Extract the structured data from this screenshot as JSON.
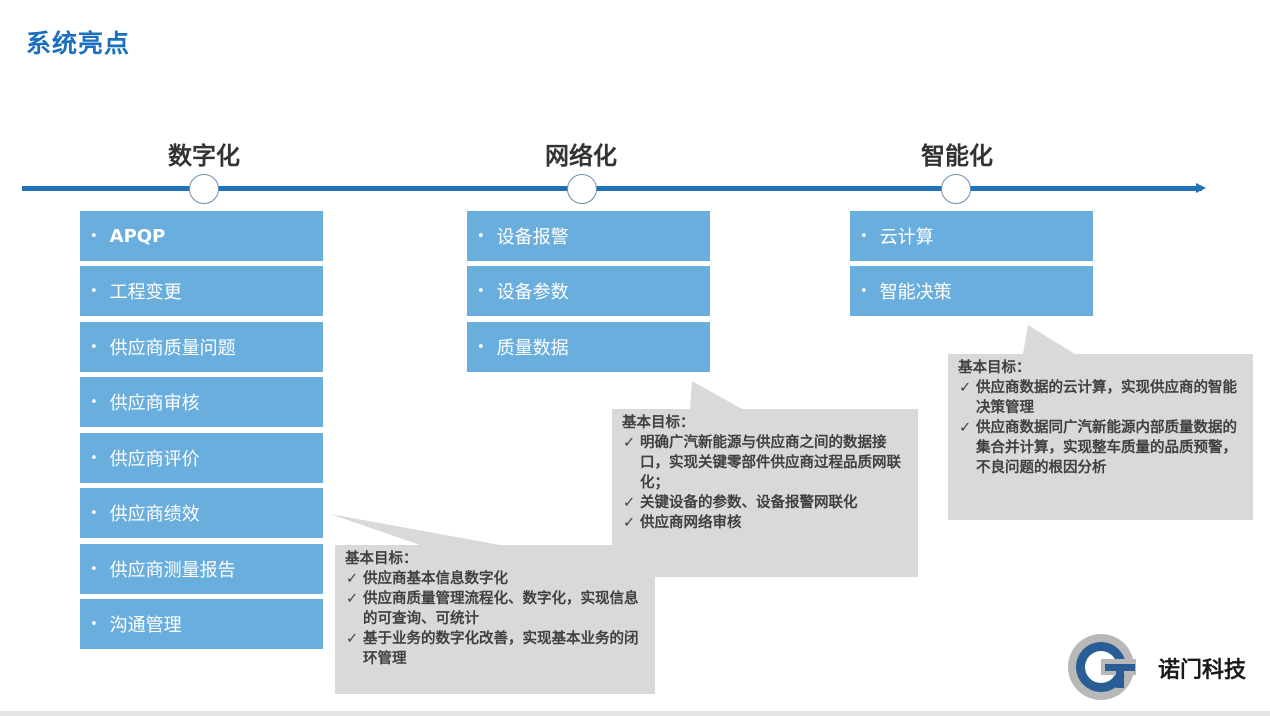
{
  "page": {
    "title": "系统亮点"
  },
  "stages": [
    {
      "title": "数字化",
      "items": [
        "APQP",
        "工程变更",
        "供应商质量问题",
        "供应商审核",
        "供应商评价",
        "供应商绩效",
        "供应商测量报告",
        "沟通管理"
      ],
      "goal_heading": "基本目标：",
      "goals": [
        "供应商基本信息数字化",
        "供应商质量管理流程化、数字化，实现信息的可查询、可统计",
        "基于业务的数字化改善，实现基本业务的闭环管理"
      ]
    },
    {
      "title": "网络化",
      "items": [
        "设备报警",
        "设备参数",
        "质量数据"
      ],
      "goal_heading": "基本目标：",
      "goals": [
        "明确广汽新能源与供应商之间的数据接口，实现关键零部件供应商过程品质网联化；",
        "关键设备的参数、设备报警网联化",
        "供应商网络审核"
      ]
    },
    {
      "title": "智能化",
      "items": [
        "云计算",
        "智能决策"
      ],
      "goal_heading": "基本目标：",
      "goals": [
        "供应商数据的云计算，实现供应商的智能决策管理",
        "供应商数据同广汽新能源内部质量数据的集合并计算，实现整车质量的品质预警，不良问题的根因分析"
      ]
    }
  ],
  "bullet_glyph": "•",
  "check_glyph": "✓",
  "company": {
    "name": "诺门科技",
    "logo_icon": "gt-logo-icon"
  },
  "colors": {
    "title_blue": "#1a6fbf",
    "timeline_blue": "#1f72b8",
    "item_blue": "#6aaedd",
    "callout_gray": "#d9d9d9"
  }
}
